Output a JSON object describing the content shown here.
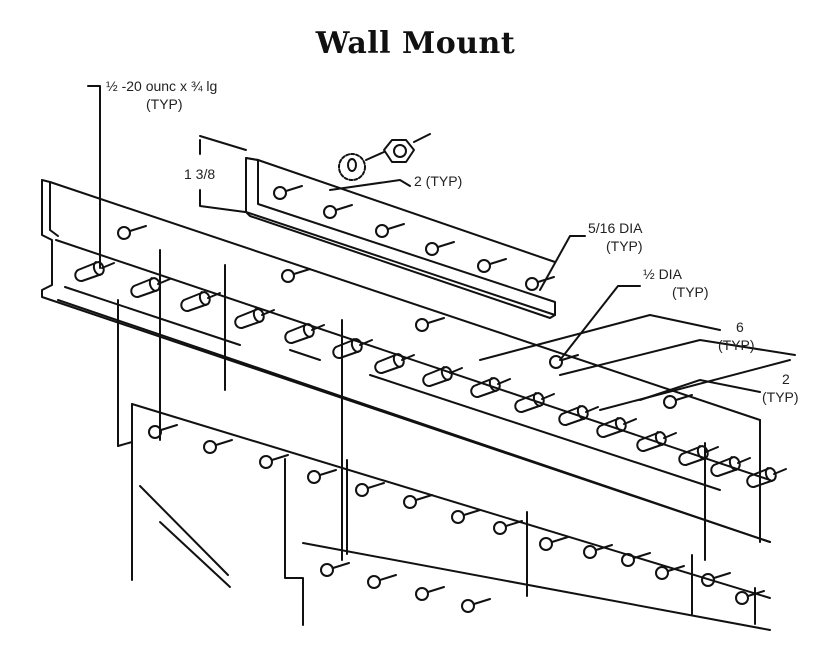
{
  "title": "Wall Mount",
  "labels": {
    "bolt_spec": "½ -20 ounc x ¾ lg",
    "bolt_spec_typ": "(TYP)",
    "height_dim": "1 3/8",
    "spacing_top": "2 (TYP)",
    "hole_516": "5/16 DIA",
    "hole_516_typ": "(TYP)",
    "hole_half": "½ DIA",
    "hole_half_typ": "(TYP)",
    "spacing_6": "6",
    "spacing_6_typ": "(TYP)",
    "spacing_2": "2",
    "spacing_2_typ": "(TYP)"
  },
  "colors": {
    "line": "#111111",
    "background": "#ffffff"
  }
}
